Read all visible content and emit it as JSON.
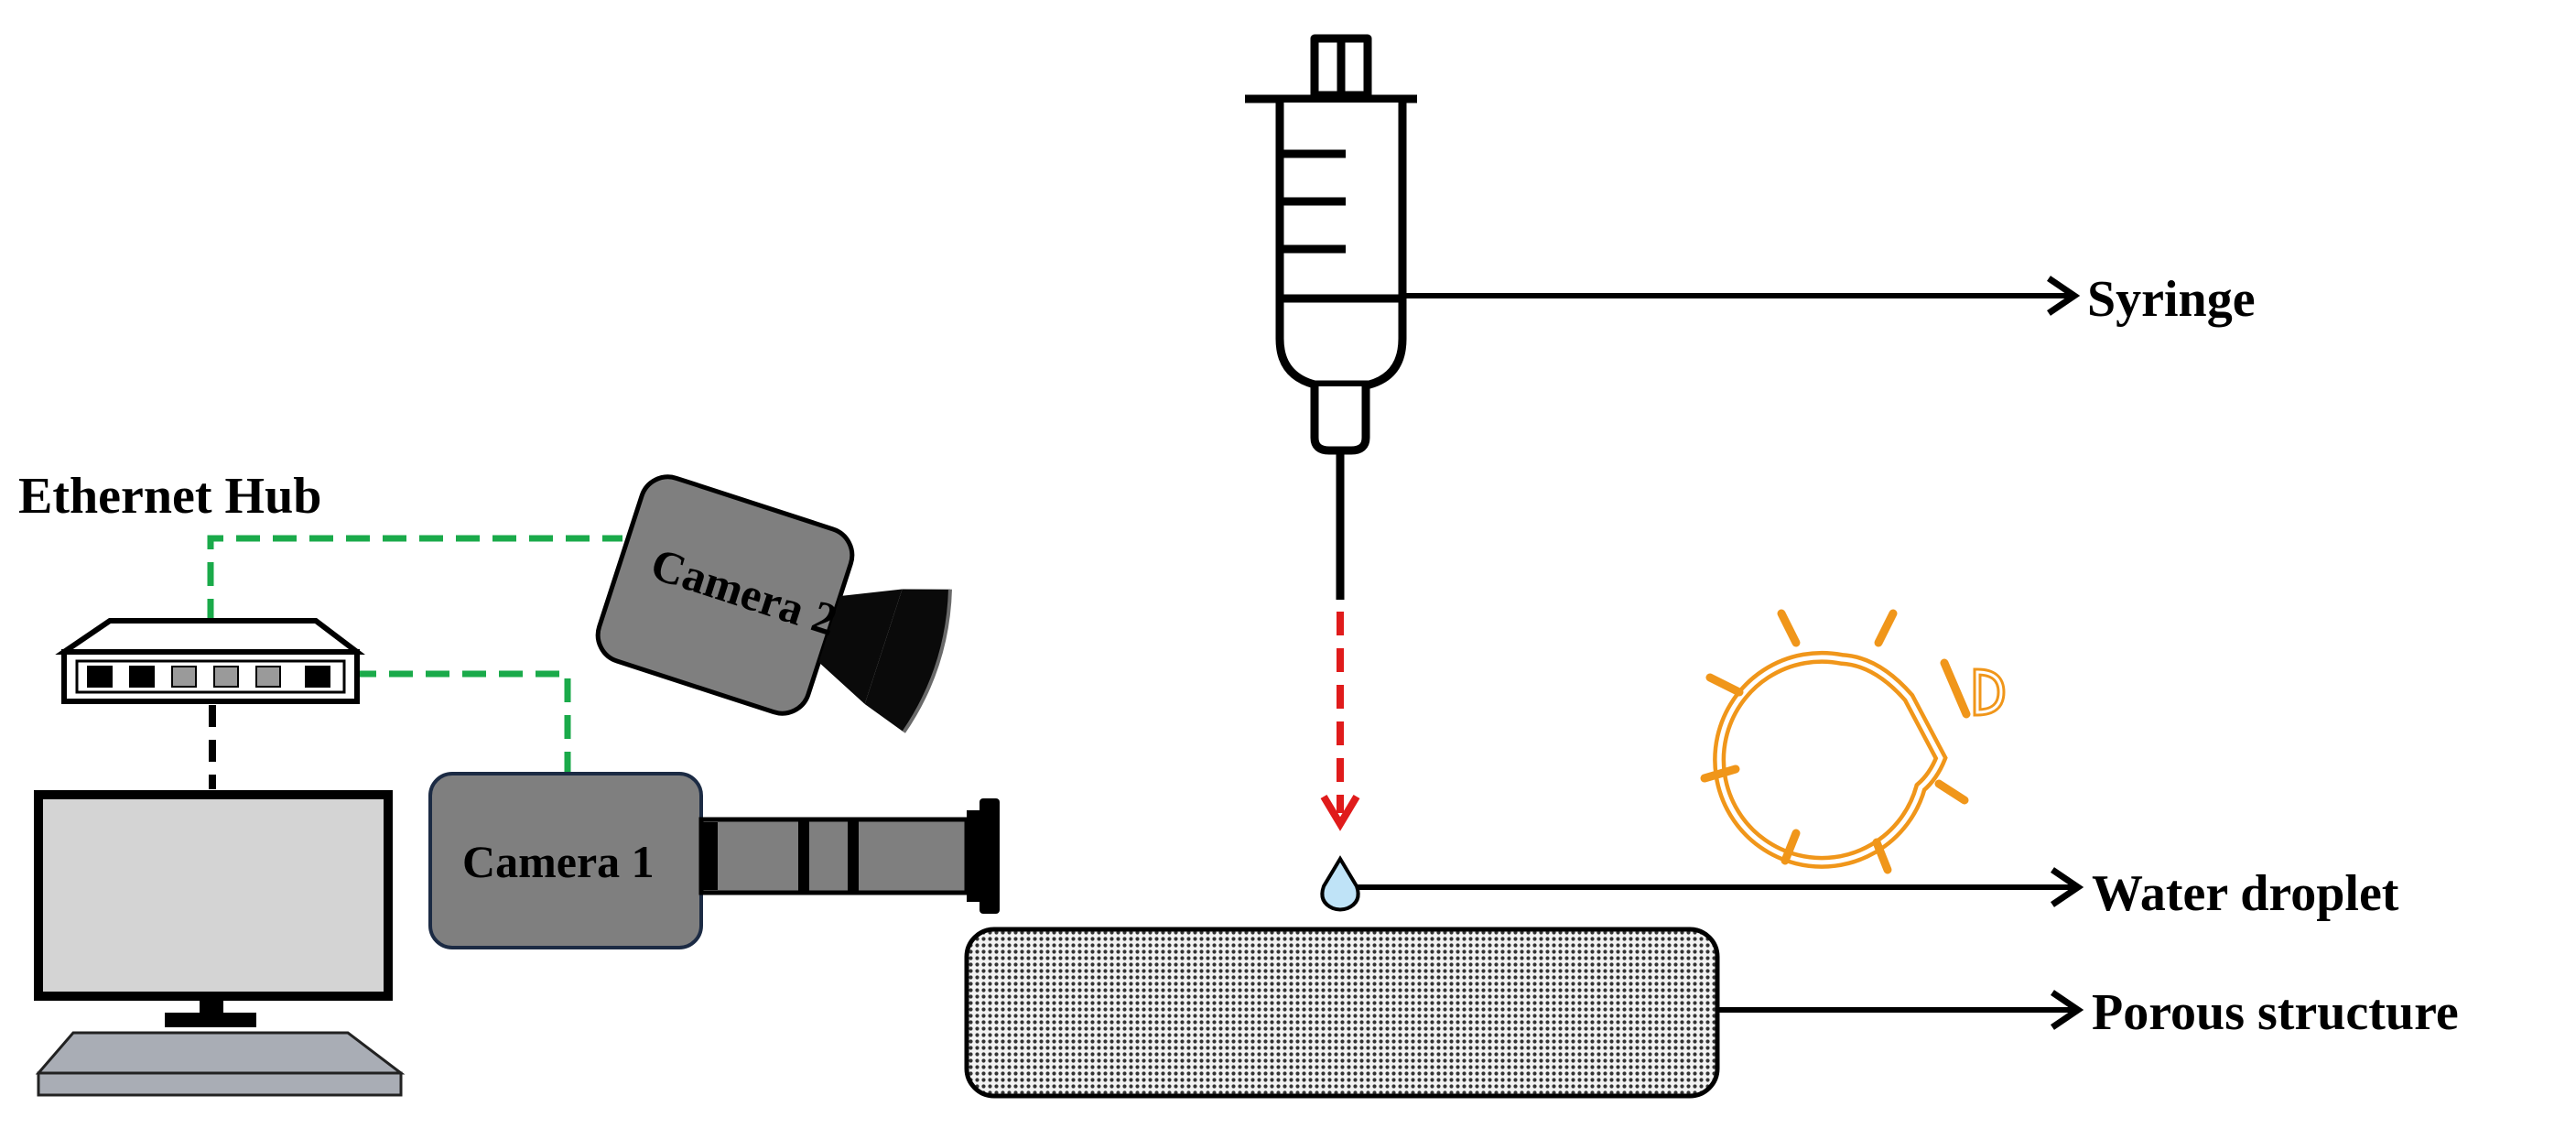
{
  "labels": {
    "ethernet_hub": "Ethernet Hub",
    "camera_2": "Camera 2",
    "camera_1": "Camera 1",
    "syringe": "Syringe",
    "water_droplet": "Water droplet",
    "porous_structure": "Porous structure"
  },
  "colors": {
    "network_line": "#1aaa4a",
    "drop_arrow": "#e01b1b",
    "light_bulb": "#f0961a",
    "camera_body": "#7f7f7f",
    "monitor_screen": "#d4d4d4",
    "keyboard": "#a9adb5",
    "droplet": "#bfe3f7",
    "porous_fill": "#8c8c8c"
  },
  "icons": [
    "ethernet-hub-icon",
    "computer-icon",
    "camera-icon",
    "syringe-icon",
    "light-bulb-icon",
    "water-droplet-icon"
  ]
}
